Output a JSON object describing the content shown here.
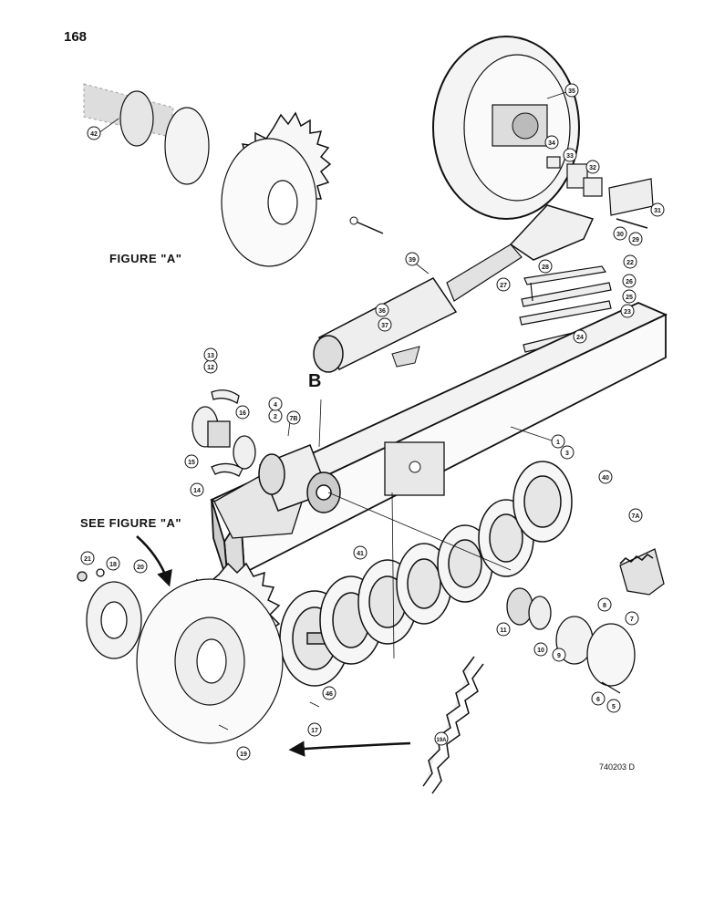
{
  "page_number": "168",
  "figure_label": "FIGURE \"A\"",
  "see_figure_label": "SEE FIGURE \"A\"",
  "section_letter": "B",
  "drawing_number": "740203 D",
  "callouts": [
    "1",
    "2",
    "3",
    "4",
    "5",
    "6",
    "7",
    "7A",
    "7B",
    "8",
    "9",
    "10",
    "11",
    "12",
    "13",
    "14",
    "15",
    "16",
    "17",
    "18",
    "19",
    "19A",
    "20",
    "21",
    "22",
    "23",
    "24",
    "25",
    "26",
    "27",
    "28",
    "29",
    "30",
    "31",
    "32",
    "33",
    "34",
    "35",
    "36",
    "37",
    "39",
    "40",
    "41",
    "42",
    "46"
  ]
}
